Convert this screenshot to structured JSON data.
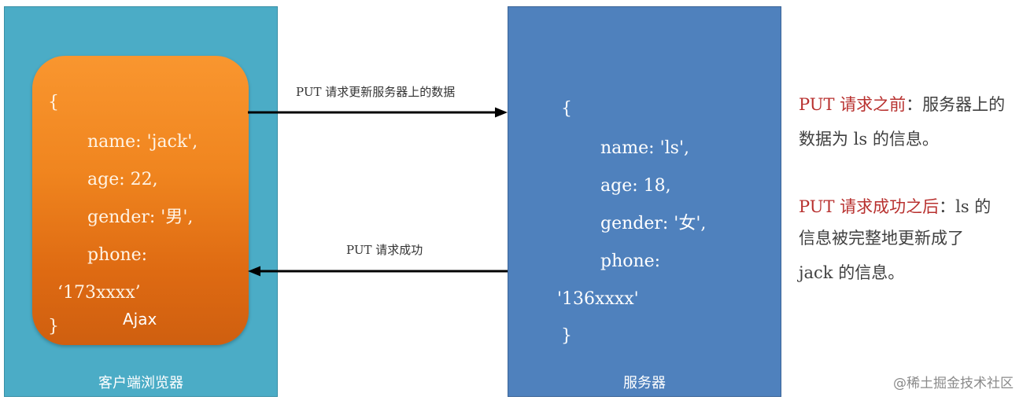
{
  "client": {
    "label": "客户端浏览器",
    "code": [
      "{",
      "name: 'jack',",
      "age: 22,",
      "gender: '男',",
      "phone:",
      "‘173xxxx’",
      "}"
    ],
    "badge": "Ajax"
  },
  "server": {
    "label": "服务器",
    "code": [
      "{",
      "name: 'ls',",
      "age: 18,",
      "gender: '女',",
      "phone:",
      "'136xxxx'",
      "}"
    ]
  },
  "arrows": {
    "request": "PUT 请求更新服务器上的数据",
    "response": "PUT 请求成功"
  },
  "notes": {
    "before": {
      "highlight": "PUT 请求之前",
      "line1_rest": "：服务器上的",
      "line2": "数据为 ls 的信息。"
    },
    "after": {
      "highlight": "PUT 请求成功之后",
      "line1_rest": "：ls 的",
      "line2": "信息被完整地更新成了",
      "line3": "jack 的信息。"
    }
  },
  "watermark": "@稀土掘金技术社区",
  "colors": {
    "client_panel": "#4BACC6",
    "server_panel": "#4F81BD",
    "note_highlight": "#B8312F",
    "arrow": "#000000"
  }
}
